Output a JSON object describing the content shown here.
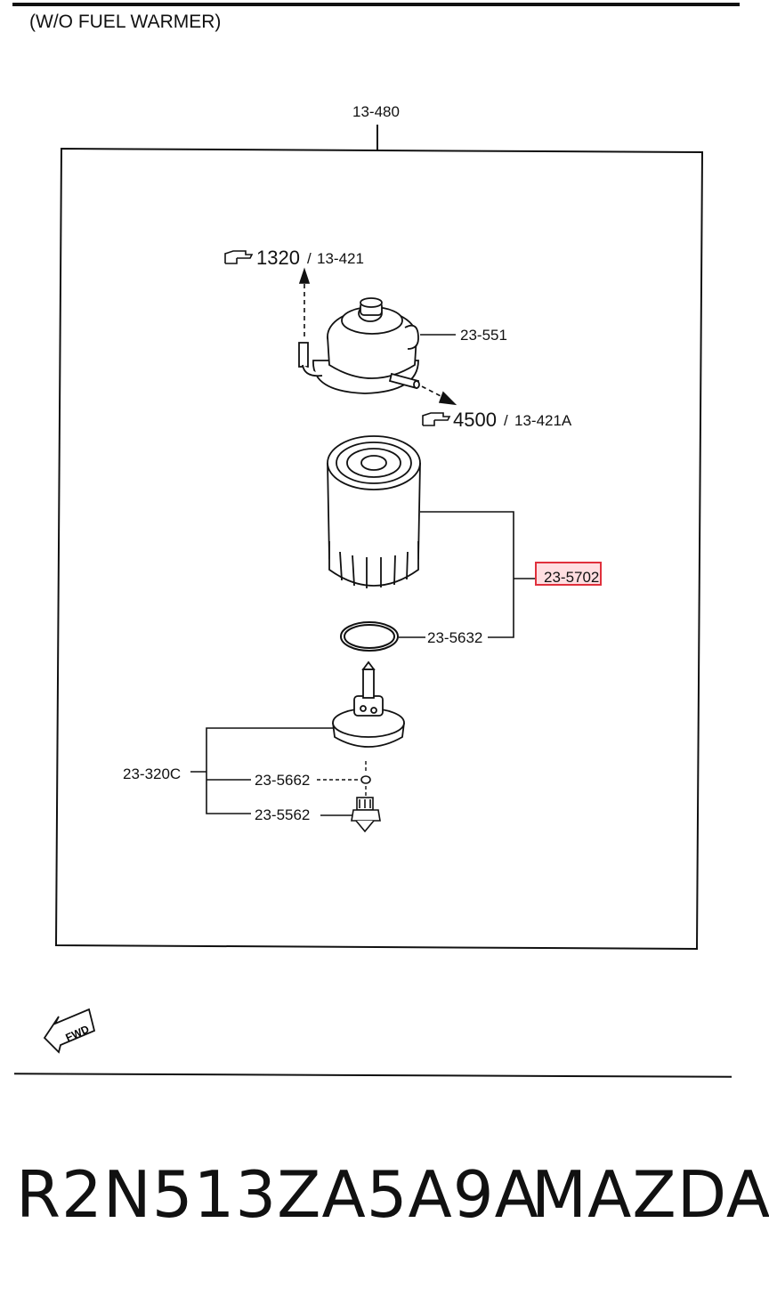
{
  "header": {
    "variant_label": "(W/O FUEL WARMER)"
  },
  "diagram": {
    "labels": {
      "assembly": "13-480",
      "ref_upper_num": "1320",
      "ref_upper_code": "13-421",
      "head": "23-551",
      "ref_lower_num": "4500",
      "ref_lower_code": "13-421A",
      "filter": "23-5702",
      "oring": "23-5632",
      "sensor": "23-320C",
      "small_oring": "23-5662",
      "drain_plug": "23-5562",
      "fwd": "FWD"
    }
  },
  "footer": {
    "part_number": "R2N513ZA5A9A",
    "brand": "MAZDA"
  }
}
